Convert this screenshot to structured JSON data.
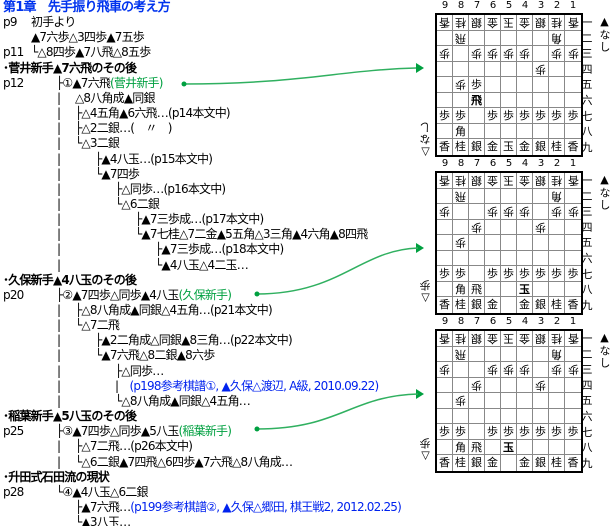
{
  "title": "第1章　先手振り飛車の考え方",
  "lines": [
    {
      "page": "p9",
      "depth": 0,
      "text": "初手より"
    },
    {
      "depth": 0,
      "text": "▲7六歩△3四歩▲7五歩"
    },
    {
      "page": "p11",
      "depth": 0,
      "text": "└△8四歩▲7八飛△8五歩"
    },
    {
      "section": true,
      "text": "･菅井新手▲7六飛のその後"
    },
    {
      "page": "p12",
      "depth": 1,
      "text": "├①▲7六飛",
      "green": "(菅井新手)",
      "link": 0
    },
    {
      "bar": true,
      "depth": 2,
      "text": "△8八角成▲同銀"
    },
    {
      "bar": true,
      "depth": 2,
      "text": "├△4五角▲6六飛…(p14本文中)"
    },
    {
      "bar": true,
      "depth": 2,
      "text": "├△2二銀…(　〃　)"
    },
    {
      "bar": true,
      "depth": 2,
      "text": "└△3二銀"
    },
    {
      "bar": true,
      "depth": 3,
      "text": "├▲4八玉…(p15本文中)"
    },
    {
      "bar": true,
      "depth": 3,
      "text": "└▲7四歩"
    },
    {
      "bar": true,
      "depth": 4,
      "text": "├△同歩…(p16本文中)"
    },
    {
      "bar": true,
      "depth": 4,
      "text": "└△6二銀"
    },
    {
      "bar": true,
      "depth": 5,
      "text": "├▲7三歩成…(p17本文中)"
    },
    {
      "bar": true,
      "depth": 5,
      "text": "└▲7七桂△7二金▲5五角△3三角▲4六角▲8四飛"
    },
    {
      "bar": true,
      "depth": 6,
      "text": "├▲7三歩成…(p18本文中)"
    },
    {
      "bar": true,
      "depth": 6,
      "text": "└▲4八玉△4二玉…"
    },
    {
      "section": true,
      "text": "･久保新手▲4八玉のその後"
    },
    {
      "page": "p20",
      "depth": 1,
      "text": "├②▲7四歩△同歩▲4八玉",
      "green": "(久保新手)",
      "link": 1
    },
    {
      "bar": true,
      "depth": 2,
      "text": "├△8八角成▲同銀△4五角…(p21本文中)"
    },
    {
      "bar": true,
      "depth": 2,
      "text": "└△7二飛"
    },
    {
      "bar": true,
      "depth": 3,
      "text": "├▲2二角成△同銀▲8三角…(p22本文中)"
    },
    {
      "bar": true,
      "depth": 3,
      "text": "└▲7六飛△8二銀▲8六歩"
    },
    {
      "bar": true,
      "depth": 4,
      "text": "├△同歩…"
    },
    {
      "bar": true,
      "depth": 4,
      "text": "|　",
      "blue": "(p198参考棋譜①, ▲久保△渡辺, A級, 2010.09.22)"
    },
    {
      "bar": true,
      "depth": 4,
      "text": "└△8八角成▲同銀△4五角…"
    },
    {
      "section": true,
      "text": "･稲葉新手▲5八玉のその後"
    },
    {
      "page": "p25",
      "depth": 1,
      "text": "├③▲7四歩△同歩▲5八玉",
      "green": "(稲葉新手)",
      "link": 2
    },
    {
      "bar": true,
      "depth": 2,
      "text": "├△7二飛…(p26本文中)"
    },
    {
      "bar": true,
      "depth": 2,
      "text": "└△6二銀▲7四飛△6四歩▲7六飛△8八角成…"
    },
    {
      "section": true,
      "text": "･升田式石田流の現状"
    },
    {
      "page": "p28",
      "depth": 1,
      "text": "└④▲4八玉△6二銀"
    },
    {
      "depth": 2,
      "text": "├▲7六飛…",
      "blue": "(p199参考棋譜②, ▲久保△郷田, 棋王戦2, 2012.02.25)"
    },
    {
      "depth": 2,
      "text": "└▲3八玉…"
    }
  ],
  "file_numbers": [
    "9",
    "8",
    "7",
    "6",
    "5",
    "4",
    "3",
    "2",
    "1"
  ],
  "rank_numbers": [
    "一",
    "二",
    "三",
    "四",
    "五",
    "六",
    "七",
    "八",
    "九"
  ],
  "colors": {
    "accent_green": "#00a040",
    "link_blue": "#0022ee",
    "title_blue": "#0033ee"
  },
  "boards": [
    {
      "sente_hand": "▲なし",
      "gote_hand": "△なし",
      "rows": [
        [
          "v香",
          "v桂",
          "v銀",
          "v金",
          "v玉",
          "v金",
          "v銀",
          "v桂",
          "v香"
        ],
        [
          "",
          "v飛",
          "",
          "",
          "",
          "",
          "",
          "v角",
          ""
        ],
        [
          "v歩",
          "",
          "v歩",
          "v歩",
          "v歩",
          "v歩",
          "",
          "v歩",
          "v歩"
        ],
        [
          "",
          "",
          "",
          "",
          "",
          "",
          "v歩",
          "",
          ""
        ],
        [
          "",
          "v歩",
          "歩",
          "",
          "",
          "",
          "",
          "",
          ""
        ],
        [
          "",
          "",
          "*飛",
          "",
          "",
          "",
          "",
          "",
          ""
        ],
        [
          "歩",
          "歩",
          "",
          "歩",
          "歩",
          "歩",
          "歩",
          "歩",
          "歩"
        ],
        [
          "",
          "角",
          "",
          "",
          "",
          "",
          "",
          "",
          ""
        ],
        [
          "香",
          "桂",
          "銀",
          "金",
          "玉",
          "金",
          "銀",
          "桂",
          "香"
        ]
      ]
    },
    {
      "sente_hand": "▲なし",
      "gote_hand": "△歩",
      "rows": [
        [
          "v香",
          "v桂",
          "v銀",
          "v金",
          "v玉",
          "v金",
          "v銀",
          "v桂",
          "v香"
        ],
        [
          "",
          "v飛",
          "",
          "",
          "",
          "",
          "",
          "v角",
          ""
        ],
        [
          "v歩",
          "",
          "",
          "v歩",
          "v歩",
          "v歩",
          "",
          "v歩",
          "v歩"
        ],
        [
          "",
          "",
          "v歩",
          "",
          "",
          "",
          "v歩",
          "",
          ""
        ],
        [
          "",
          "v歩",
          "",
          "",
          "",
          "",
          "",
          "",
          ""
        ],
        [
          "",
          "",
          "",
          "",
          "",
          "",
          "",
          "",
          ""
        ],
        [
          "歩",
          "歩",
          "",
          "歩",
          "歩",
          "歩",
          "歩",
          "歩",
          "歩"
        ],
        [
          "",
          "角",
          "飛",
          "",
          "",
          "*玉",
          "",
          "",
          ""
        ],
        [
          "香",
          "桂",
          "銀",
          "金",
          "",
          "金",
          "銀",
          "桂",
          "香"
        ]
      ]
    },
    {
      "sente_hand": "▲なし",
      "gote_hand": "△歩",
      "rows": [
        [
          "v香",
          "v桂",
          "v銀",
          "v金",
          "v玉",
          "v金",
          "v銀",
          "v桂",
          "v香"
        ],
        [
          "",
          "v飛",
          "",
          "",
          "",
          "",
          "",
          "v角",
          ""
        ],
        [
          "v歩",
          "",
          "",
          "v歩",
          "v歩",
          "v歩",
          "",
          "v歩",
          "v歩"
        ],
        [
          "",
          "",
          "v歩",
          "",
          "",
          "",
          "v歩",
          "",
          ""
        ],
        [
          "",
          "v歩",
          "",
          "",
          "",
          "",
          "",
          "",
          ""
        ],
        [
          "",
          "",
          "",
          "",
          "",
          "",
          "",
          "",
          ""
        ],
        [
          "歩",
          "歩",
          "",
          "歩",
          "歩",
          "歩",
          "歩",
          "歩",
          "歩"
        ],
        [
          "",
          "角",
          "飛",
          "",
          "*玉",
          "",
          "",
          "",
          ""
        ],
        [
          "香",
          "桂",
          "銀",
          "金",
          "",
          "金",
          "銀",
          "桂",
          "香"
        ]
      ]
    }
  ]
}
